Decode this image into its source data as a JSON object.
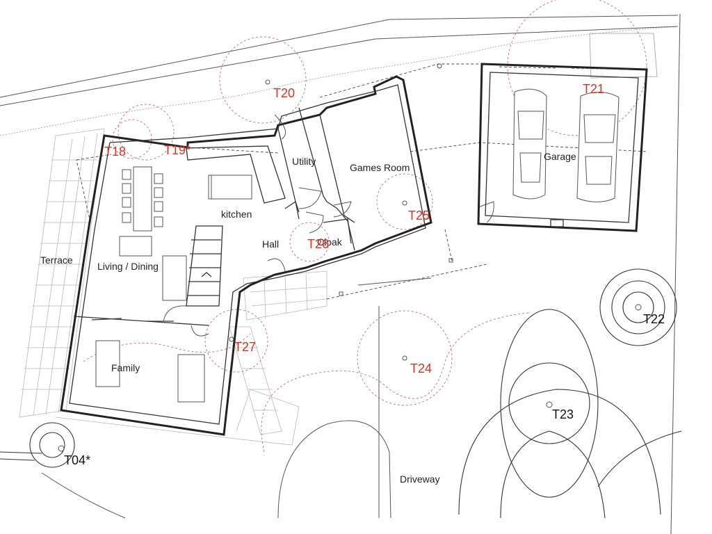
{
  "rooms": {
    "terrace": "Terrace",
    "living_dining": "Living / Dining",
    "kitchen": "kitchen",
    "utility": "Utility",
    "games_room": "Games Room",
    "garage": "Garage",
    "hall": "Hall",
    "cloak": "Cloak",
    "family": "Family",
    "driveway": "Driveway"
  },
  "trees": {
    "t18": "T18",
    "t19": "T19*",
    "t20": "T20",
    "t21": "T21",
    "t22": "T22",
    "t23": "T23",
    "t24": "T24",
    "t25": "T25",
    "t26": "T26",
    "t27": "T27",
    "t04": "T04*"
  },
  "colors": {
    "retained_tree_label": "#e0301e",
    "tree_label": "#111111",
    "wall": "#222222"
  }
}
